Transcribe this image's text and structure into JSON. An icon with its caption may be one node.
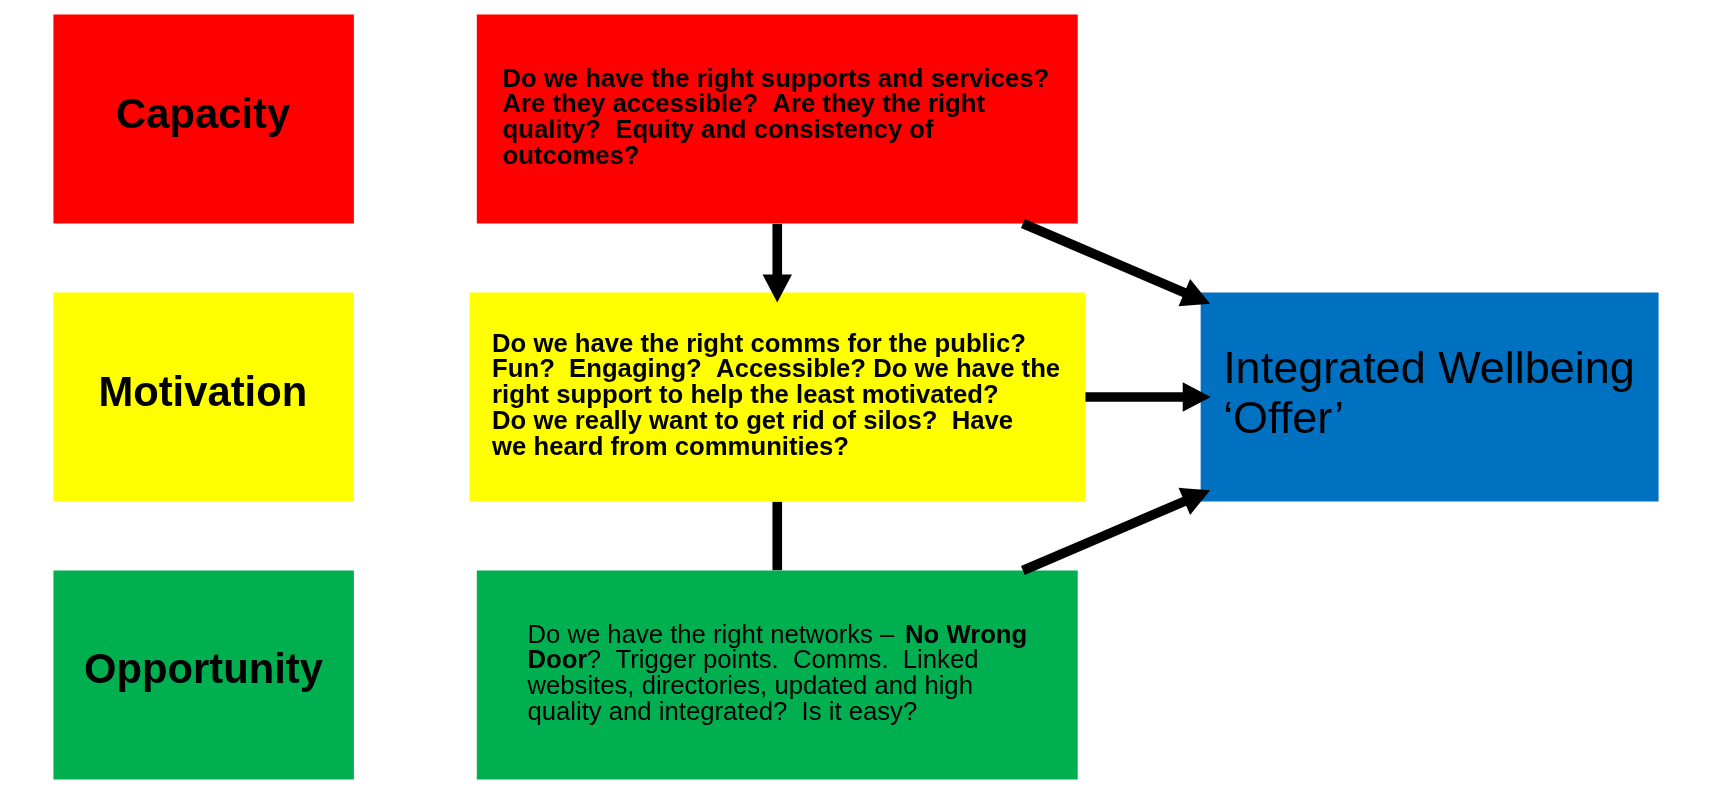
{
  "diagram": {
    "nodes": [
      {
        "text": [
          "Capacity"
        ]
      },
      {
        "text": [
          "Do we have the right supports and services?  Are they accessible?  Are they the right quality?  Equity and consistency of outcomes?"
        ]
      },
      {
        "text": [
          "Motivation"
        ]
      },
      {
        "text": [
          "Do we have the right comms for the public?  Fun?  Engaging?  Accessible? Do we have the right support to help the least motivated?  Do we really want to get rid of silos?  Have we heard from communities?"
        ]
      },
      {
        "text": [
          "Opportunity"
        ]
      },
      {
        "text": [
          "Do we have the right networks – **No Wrong Door**?  Trigger points.  Comms.  Linked websites, directories, updated and high quality and integrated?  Is it easy?"
        ]
      },
      {
        "text": [
          "Integrated Wellbeing ‘Offer’"
        ]
      }
    ],
    "edges": [
      {
        "from": 1,
        "to": 3,
        "arrow": "to"
      },
      {
        "from": 3,
        "to": 5,
        "arrow": "none"
      },
      {
        "from": 1,
        "to": 6,
        "arrow": "to"
      },
      {
        "from": 3,
        "to": 6,
        "arrow": "to"
      },
      {
        "from": 5,
        "to": 6,
        "arrow": "to"
      }
    ]
  }
}
